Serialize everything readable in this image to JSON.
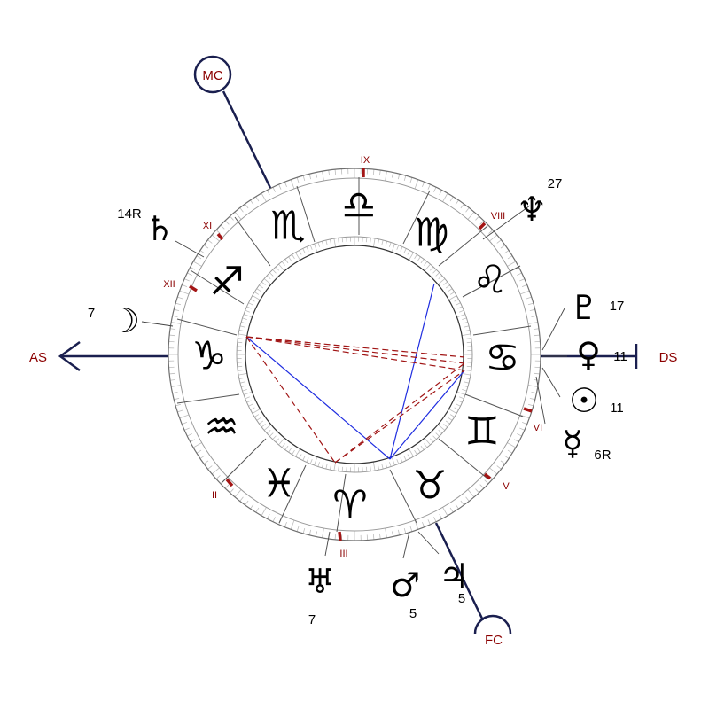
{
  "colors": {
    "angle_line": "#1a1f4f",
    "label_red": "#8b0000",
    "aspect_blue": "#1f2de0",
    "aspect_red": "#a01414",
    "ring": "#6f6f6f",
    "tick": "#bdbdbd"
  },
  "angles": {
    "as": "AS",
    "ds": "DS",
    "mc": "MC",
    "fc": "FC"
  },
  "signs": [
    {
      "name": "capricorn",
      "glyph": "♑"
    },
    {
      "name": "sagittarius",
      "glyph": "♐"
    },
    {
      "name": "scorpio",
      "glyph": "♏"
    },
    {
      "name": "libra",
      "glyph": "♎"
    },
    {
      "name": "virgo",
      "glyph": "♍"
    },
    {
      "name": "leo",
      "glyph": "♌"
    },
    {
      "name": "cancer",
      "glyph": "♋"
    },
    {
      "name": "gemini",
      "glyph": "♊"
    },
    {
      "name": "taurus",
      "glyph": "♉"
    },
    {
      "name": "aries",
      "glyph": "♈"
    },
    {
      "name": "pisces",
      "glyph": "♓"
    },
    {
      "name": "aquarius",
      "glyph": "♒"
    }
  ],
  "houses": [
    {
      "label": "II"
    },
    {
      "label": "III"
    },
    {
      "label": "V"
    },
    {
      "label": "VI"
    },
    {
      "label": "VIII"
    },
    {
      "label": "IX"
    },
    {
      "label": "XI"
    },
    {
      "label": "XII"
    }
  ],
  "planets": [
    {
      "name": "neptune",
      "glyph": "♆",
      "degree": "27"
    },
    {
      "name": "pluto",
      "glyph": "♇",
      "degree": "17"
    },
    {
      "name": "venus",
      "glyph": "♀",
      "degree": "11"
    },
    {
      "name": "sun",
      "glyph": "☉",
      "degree": "11"
    },
    {
      "name": "mercury",
      "glyph": "☿",
      "degree": "6R"
    },
    {
      "name": "jupiter",
      "glyph": "♃",
      "degree": "5"
    },
    {
      "name": "mars",
      "glyph": "♂",
      "degree": "5"
    },
    {
      "name": "uranus",
      "glyph": "♅",
      "degree": "7"
    },
    {
      "name": "moon",
      "glyph": "☽",
      "degree": "7"
    },
    {
      "name": "saturn",
      "glyph": "♄",
      "degree": "14R"
    }
  ]
}
